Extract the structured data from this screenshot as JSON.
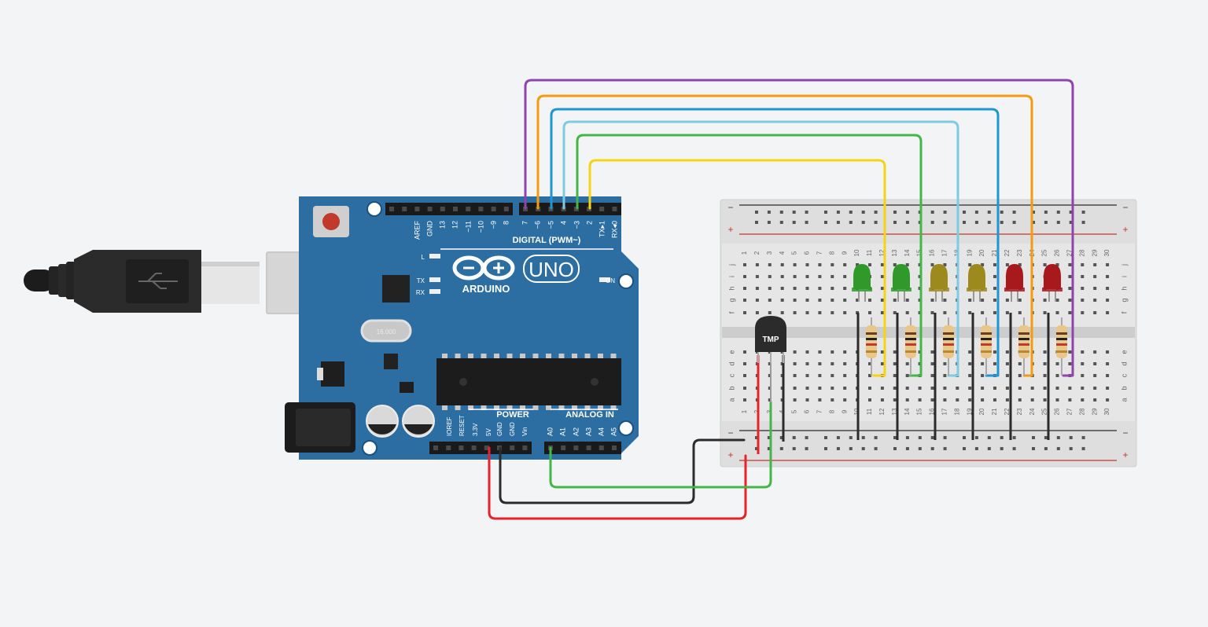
{
  "arduino": {
    "digital_header": "DIGITAL (PWM~)",
    "brand": "ARDUINO",
    "model": "UNO",
    "on_label": "ON",
    "power_header": "POWER",
    "analog_header": "ANALOG IN",
    "led_l": "L",
    "led_tx": "TX",
    "led_rx": "RX",
    "digital_pins": [
      "AREF",
      "GND",
      "13",
      "12",
      "~11",
      "~10",
      "~9",
      "8",
      "7",
      "~6",
      "~5",
      "4",
      "~3",
      "2",
      "TX▸1",
      "RX◂0"
    ],
    "power_pins": [
      "IOREF",
      "RESET",
      "3.3V",
      "5V",
      "GND",
      "GND",
      "Vin"
    ],
    "analog_pins": [
      "A0",
      "A1",
      "A2",
      "A3",
      "A4",
      "A5"
    ]
  },
  "breadboard": {
    "columns": [
      "1",
      "2",
      "3",
      "4",
      "5",
      "6",
      "7",
      "8",
      "9",
      "10",
      "11",
      "12",
      "13",
      "14",
      "15",
      "16",
      "17",
      "18",
      "19",
      "20",
      "21",
      "22",
      "23",
      "24",
      "25",
      "26",
      "27",
      "28",
      "29",
      "30"
    ],
    "rows_top": [
      "j",
      "i",
      "h",
      "g",
      "f"
    ],
    "rows_bottom": [
      "e",
      "d",
      "c",
      "b",
      "a"
    ],
    "rail_minus": "−",
    "rail_plus": "+"
  },
  "sensor": {
    "label": "TMP"
  },
  "leds": [
    {
      "color": "#2f9a2a"
    },
    {
      "color": "#2f9a2a"
    },
    {
      "color": "#9c8a1c"
    },
    {
      "color": "#9c8a1c"
    },
    {
      "color": "#a8191e"
    },
    {
      "color": "#a8191e"
    }
  ],
  "wire_colors": {
    "purple": "#8e44ad",
    "orange": "#f39c12",
    "blue": "#1f96d3",
    "lightblue": "#7ecae3",
    "green": "#44b649",
    "yellow": "#f5d416",
    "red": "#e8222c",
    "black": "#2b2b2b"
  }
}
